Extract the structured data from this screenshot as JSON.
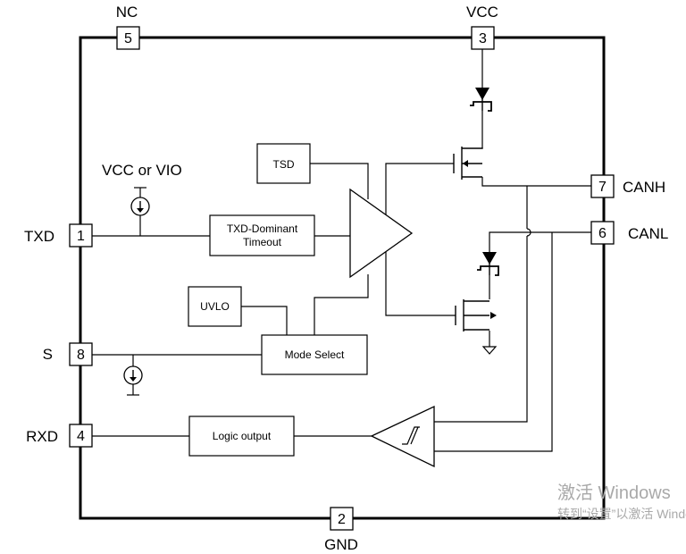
{
  "pins": {
    "nc": {
      "name": "NC",
      "number": "5"
    },
    "vcc": {
      "name": "VCC",
      "number": "3"
    },
    "canh": {
      "name": "CANH",
      "number": "7"
    },
    "canl": {
      "name": "CANL",
      "number": "6"
    },
    "txd": {
      "name": "TXD",
      "number": "1"
    },
    "s": {
      "name": "S",
      "number": "8"
    },
    "rxd": {
      "name": "RXD",
      "number": "4"
    },
    "gnd": {
      "name": "GND",
      "number": "2"
    }
  },
  "supply_label": "VCC or VIO",
  "blocks": {
    "tsd": "TSD",
    "txd_timeout_line1": "TXD-Dominant",
    "txd_timeout_line2": "Timeout",
    "uvlo": "UVLO",
    "mode_select": "Mode Select",
    "logic_output": "Logic output"
  },
  "watermark": {
    "line1": "激活 Windows",
    "line2": "转到“设置”以激活 Windows。"
  }
}
